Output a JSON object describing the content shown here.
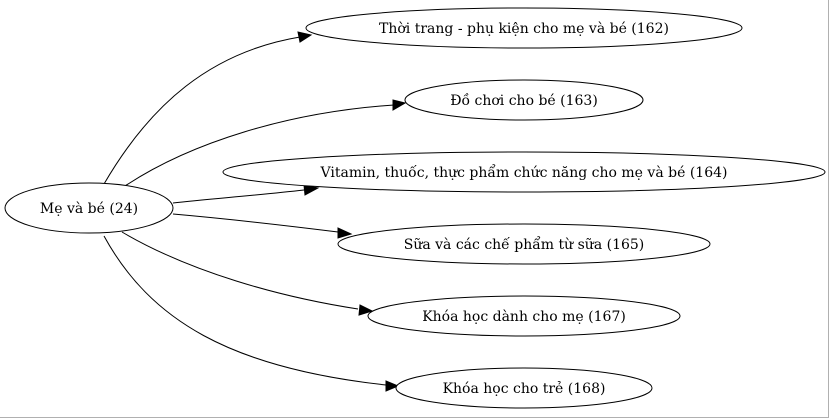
{
  "graph": {
    "root": {
      "id": "n24",
      "label": "Mẹ và bé (24)"
    },
    "children": [
      {
        "id": "n162",
        "label": "Thời trang - phụ kiện cho mẹ và bé (162)"
      },
      {
        "id": "n163",
        "label": "Đồ chơi cho bé (163)"
      },
      {
        "id": "n164",
        "label": "Vitamin, thuốc, thực phẩm chức năng cho mẹ và bé (164)"
      },
      {
        "id": "n165",
        "label": "Sữa và các chế phẩm từ sữa (165)"
      },
      {
        "id": "n167",
        "label": "Khóa học dành cho mẹ (167)"
      },
      {
        "id": "n168",
        "label": "Khóa học cho trẻ (168)"
      }
    ],
    "edges": [
      {
        "from": "n24",
        "to": "n162"
      },
      {
        "from": "n24",
        "to": "n163"
      },
      {
        "from": "n24",
        "to": "n164"
      },
      {
        "from": "n24",
        "to": "n165"
      },
      {
        "from": "n24",
        "to": "n167"
      },
      {
        "from": "n24",
        "to": "n168"
      }
    ]
  }
}
